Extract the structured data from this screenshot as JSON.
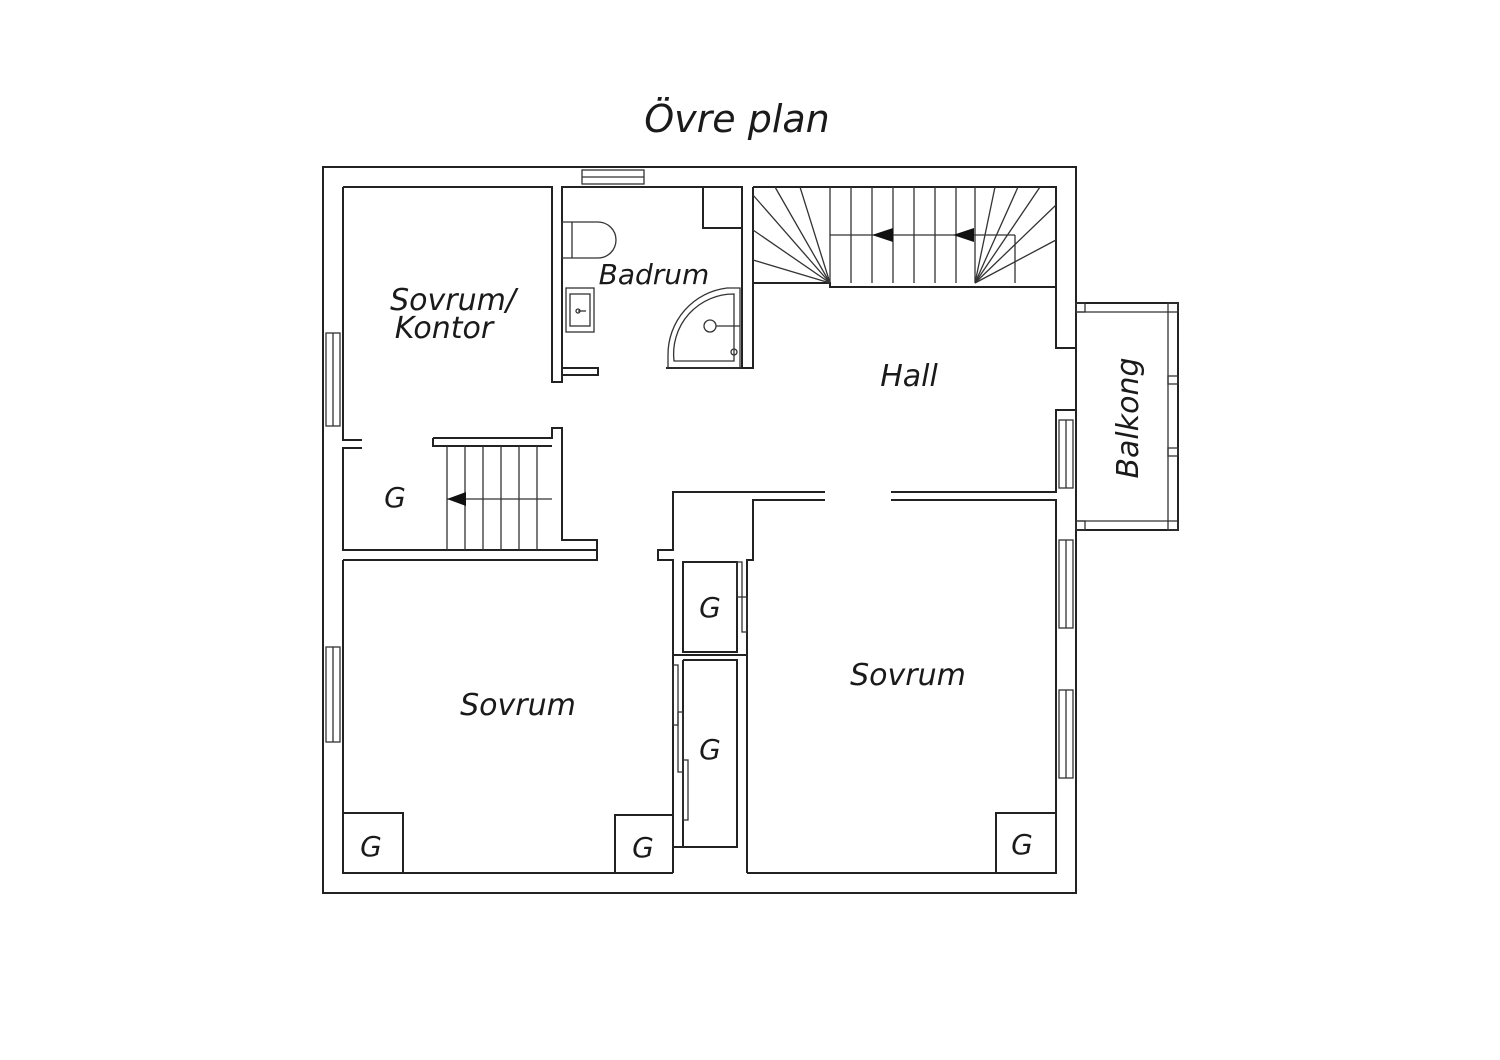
{
  "plan": {
    "title": "Övre plan",
    "rooms": {
      "sovrum_kontor_line1": "Sovrum/",
      "sovrum_kontor_line2": "Kontor",
      "badrum": "Badrum",
      "hall": "Hall",
      "balkong": "Balkong",
      "sovrum_left": "Sovrum",
      "sovrum_right": "Sovrum"
    },
    "closets": {
      "g_stairs": "G",
      "g_mid_upper": "G",
      "g_mid_lower": "G",
      "g_left_corner": "G",
      "g_mid_corner": "G",
      "g_right_corner": "G"
    }
  }
}
